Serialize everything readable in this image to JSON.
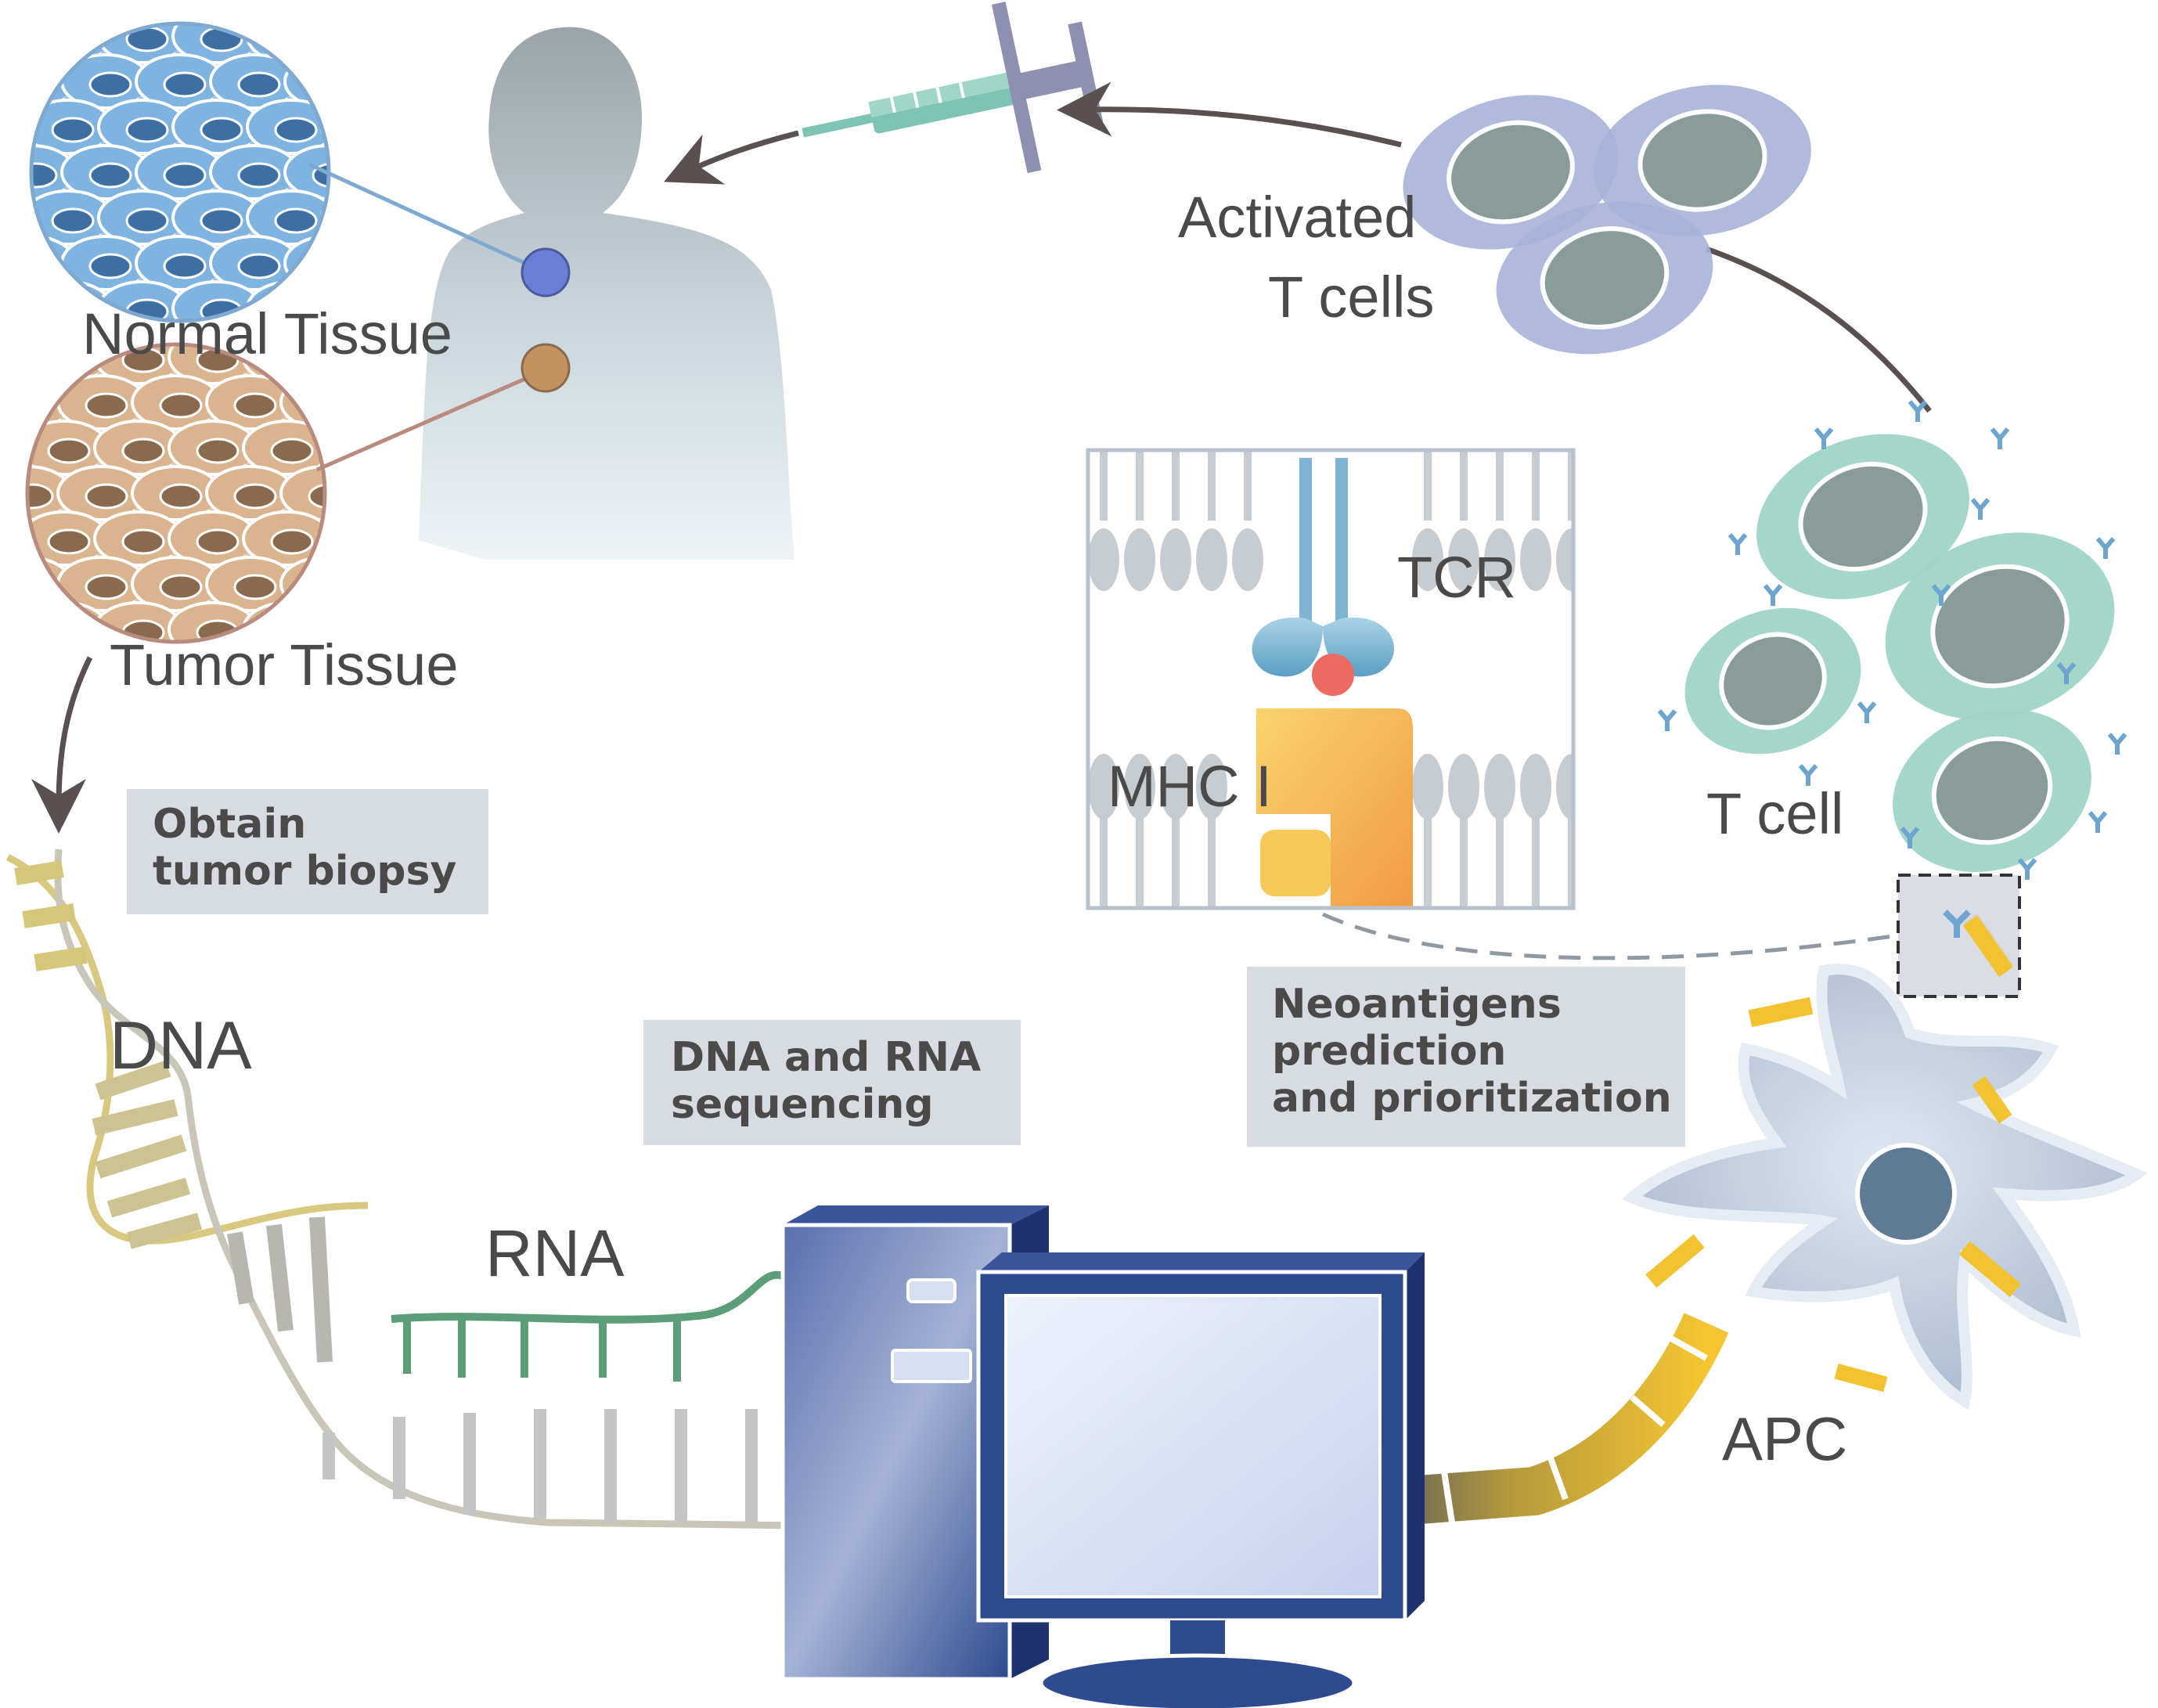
{
  "labels": {
    "normal_tissue": "Normal Tissue",
    "tumor_tissue": "Tumor Tissue",
    "activated_t_cells_line1": "Activated",
    "activated_t_cells_line2": "T cells",
    "t_cell": "T cell",
    "tcr": "TCR",
    "mhc": "MHC I",
    "apc": "APC",
    "dna": "DNA",
    "rna": "RNA"
  },
  "steps": {
    "biopsy_line1": "Obtain",
    "biopsy_line2": "tumor biopsy",
    "sequencing_line1": "DNA and RNA",
    "sequencing_line2": "sequencing",
    "neoantigen_line1": "Neoantigens",
    "neoantigen_line2": "prediction",
    "neoantigen_line3": "and prioritization"
  },
  "colors": {
    "normal_cell": "#7fb3e0",
    "normal_nucleus": "#3d6fa3",
    "tumor_cell": "#d9b48f",
    "tumor_nucleus": "#8a6a4f",
    "t_cell": "#9fd4c6",
    "activated_t_cell": "#a7b3d8",
    "nucleus_dark": "#8a9c9a",
    "apc": "#c3cfe0",
    "antigen": "#f2c230",
    "dna": "#d8c880",
    "rna": "#5b9e78",
    "computer": "#2f4b8f",
    "label_box": "#d7dbe2",
    "arrow": "#5a5050"
  },
  "icons": [
    "human-silhouette-icon",
    "syringe-icon",
    "computer-icon",
    "dna-helix-icon"
  ]
}
